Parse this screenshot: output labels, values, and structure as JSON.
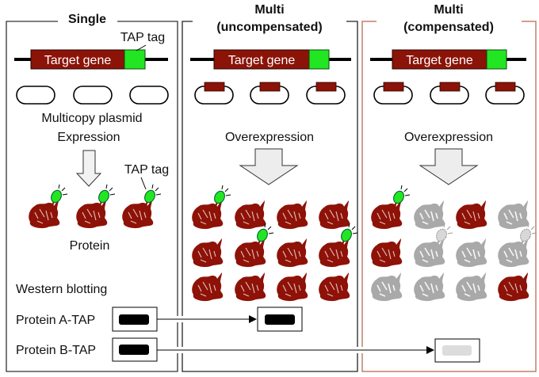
{
  "colors": {
    "gene": "#8b1308",
    "tag": "#22e622",
    "tag_gray": "#d8d8d8",
    "protein": "#8e1207",
    "protein_gray": "#a9a9a9",
    "panel_border": "#333333",
    "compensated_border": "#c0806a",
    "arrow_fill": "#ededed",
    "band": "#000000",
    "band_faint": "#dcdcdc"
  },
  "panels": [
    {
      "id": "single",
      "title_lines": [
        "Single"
      ],
      "gene_label": "Target gene",
      "tag_label": "TAP tag",
      "plasmid_note": "Multicopy plasmid",
      "process_label": "Expression",
      "protein_tag_label": "TAP tag",
      "protein_label": "Protein",
      "proteins": [
        {
          "state": "expressed",
          "tagged": true
        },
        {
          "state": "expressed",
          "tagged": true
        },
        {
          "state": "expressed",
          "tagged": true
        }
      ]
    },
    {
      "id": "multi-uncompensated",
      "title_lines": [
        "Multi",
        "(uncompensated)"
      ],
      "gene_label": "Target gene",
      "process_label": "Overexpression",
      "protein_grid": [
        [
          {
            "state": "expressed",
            "tagged": true
          },
          {
            "state": "expressed",
            "tagged": false
          },
          {
            "state": "expressed",
            "tagged": false
          },
          {
            "state": "expressed",
            "tagged": false
          }
        ],
        [
          {
            "state": "expressed",
            "tagged": false
          },
          {
            "state": "expressed",
            "tagged": true
          },
          {
            "state": "expressed",
            "tagged": false
          },
          {
            "state": "expressed",
            "tagged": true
          }
        ],
        [
          {
            "state": "expressed",
            "tagged": false
          },
          {
            "state": "expressed",
            "tagged": false
          },
          {
            "state": "expressed",
            "tagged": false
          },
          {
            "state": "expressed",
            "tagged": false
          }
        ]
      ]
    },
    {
      "id": "multi-compensated",
      "title_lines": [
        "Multi",
        "(compensated)"
      ],
      "gene_label": "Target gene",
      "process_label": "Overexpression",
      "protein_grid": [
        [
          {
            "state": "expressed",
            "tagged": true
          },
          {
            "state": "degraded",
            "tagged": false
          },
          {
            "state": "expressed",
            "tagged": false
          },
          {
            "state": "degraded",
            "tagged": false
          }
        ],
        [
          {
            "state": "expressed",
            "tagged": false
          },
          {
            "state": "degraded",
            "tagged": true
          },
          {
            "state": "degraded",
            "tagged": false
          },
          {
            "state": "degraded",
            "tagged": true
          }
        ],
        [
          {
            "state": "degraded",
            "tagged": false
          },
          {
            "state": "degraded",
            "tagged": false
          },
          {
            "state": "degraded",
            "tagged": false
          },
          {
            "state": "expressed",
            "tagged": false
          }
        ]
      ]
    }
  ],
  "western": {
    "title": "Western blotting",
    "rows": [
      {
        "label": "Protein A-TAP",
        "single_band": "strong",
        "result_panel": "multi-uncompensated",
        "result_band": "strong"
      },
      {
        "label": "Protein B-TAP",
        "single_band": "strong",
        "result_panel": "multi-compensated",
        "result_band": "faint"
      }
    ]
  }
}
